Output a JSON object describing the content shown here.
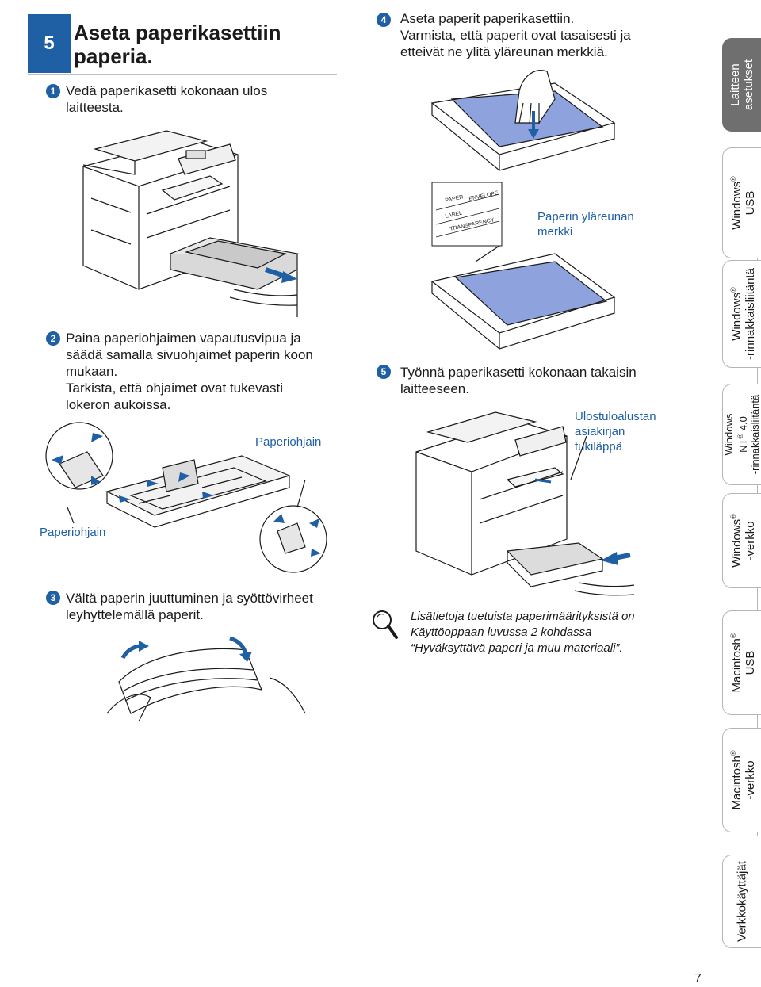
{
  "step": {
    "number": "5",
    "title_line1": "Aseta paperikasettiin",
    "title_line2": "paperia."
  },
  "substeps": [
    {
      "num": "1",
      "lines": [
        "Vedä paperikasetti kokonaan ulos",
        "laitteesta."
      ]
    },
    {
      "num": "2",
      "lines": [
        "Paina paperiohjaimen vapautusvipua ja",
        "säädä samalla sivuohjaimet paperin koon",
        "mukaan.",
        "Tarkista, että ohjaimet ovat tukevasti",
        "lokeron aukoissa."
      ]
    },
    {
      "num": "3",
      "lines": [
        "Vältä paperin juuttuminen ja syöttövirheet",
        "leyhyttelemällä paperit."
      ]
    },
    {
      "num": "4",
      "lines": [
        "Aseta paperit paperikasettiin.",
        "Varmista, että paperit ovat tasaisesti ja",
        "etteivät ne ylitä yläreunan merkkiä."
      ]
    },
    {
      "num": "5",
      "lines": [
        "Työnnä paperikasetti kokonaan takaisin",
        "laitteeseen."
      ]
    }
  ],
  "labels": {
    "paperiohjain_right": "Paperiohjain",
    "paperiohjain_left": "Paperiohjain",
    "top_mark_line1": "Paperin yläreunan",
    "top_mark_line2": "merkki",
    "support_flap_line1": "Ulostuloalustan",
    "support_flap_line2": "asiakirjan",
    "support_flap_line3": "tukiläppä",
    "tray_paper": "PAPER",
    "tray_envelope": "ENVELOPE",
    "tray_label": "LABEL",
    "tray_transparency": "TRANSPARENCY"
  },
  "note": {
    "icon": "magnifier-icon",
    "lines": [
      "Lisätietoja tuetuista paperimäärityksistä on",
      "Käyttöoppaan luvussa 2 kohdassa",
      "“Hyväksyttävä paperi ja muu materiaali”."
    ]
  },
  "tabs": [
    {
      "line1": "Laitteen",
      "line2": "asetukset",
      "active": true
    },
    {
      "line1": "Windows",
      "sup": "®",
      "line2": "USB"
    },
    {
      "line1": "Windows",
      "sup": "®",
      "line2": "-rinnakkaisliitäntä"
    },
    {
      "line1": "Windows",
      "line2": "NT",
      "sup": "®",
      "line2b": " 4.0",
      "line3": "-rinnakkaisliitäntä"
    },
    {
      "line1": "Windows",
      "sup": "®",
      "line2": "-verkko"
    },
    {
      "line1": "Macintosh",
      "sup": "®",
      "line2": "USB"
    },
    {
      "line1": "Macintosh",
      "sup": "®",
      "line2": "-verkko"
    },
    {
      "line1": "Verkkokäyttäjät"
    }
  ],
  "page_number": "7",
  "colors": {
    "accent": "#1f5fa3",
    "paper": "#8ea2dd",
    "tab_active": "#6f6f6f"
  }
}
